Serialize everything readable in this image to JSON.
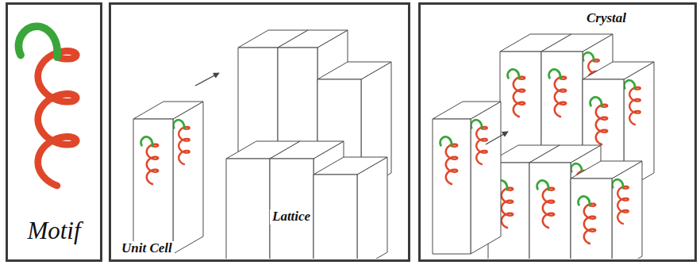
{
  "diagram": {
    "nodes": [
      {
        "text": [
          "Motif"
        ]
      },
      {
        "text": [
          "Unit Cell",
          "Lattice"
        ]
      },
      {
        "text": [
          "Crystal"
        ]
      }
    ]
  }
}
